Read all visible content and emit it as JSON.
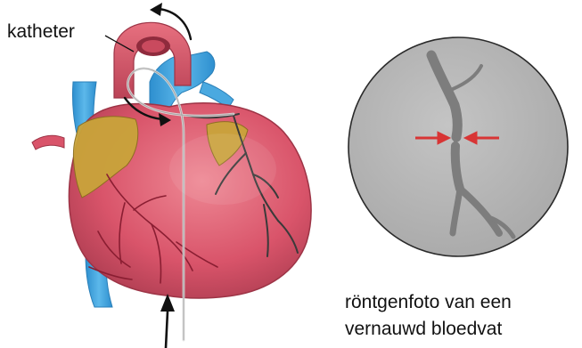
{
  "labels": {
    "catheter": "katheter",
    "caption_line1": "röntgenfoto van een",
    "caption_line2": "vernauwd bloedvat"
  },
  "colors": {
    "heart": "#d9546a",
    "heart_dark": "#a83a4e",
    "vessel_blue": "#3fa3df",
    "fat_yellow": "#c9a43a",
    "coronary_artery": "#8a1e32",
    "xray_background": "#b9b9b9",
    "xray_vessel": "#7d7d7d",
    "stenosis_arrow": "#d83535",
    "arrow": "#111111"
  },
  "icons": {
    "rotation_arrow": "curved-arrow-icon",
    "insertion_arrow": "up-arrow-icon",
    "narrowing_markers": "inward-arrows-icon"
  }
}
